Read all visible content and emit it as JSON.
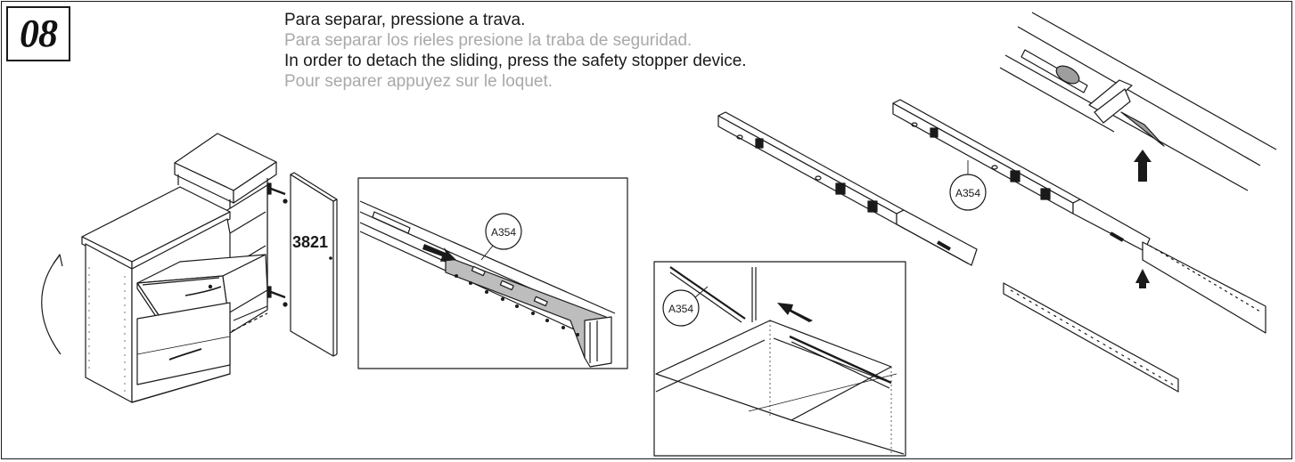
{
  "step": {
    "number": "08"
  },
  "instructions": [
    {
      "lang": "pt",
      "text": "Para separar, pressione a trava."
    },
    {
      "lang": "es",
      "text": "Para separar los rieles presione la traba de seguridad."
    },
    {
      "lang": "en",
      "text": "In order to detach the sliding, press the safety stopper device."
    },
    {
      "lang": "fr",
      "text": "Pour separer appuyez sur le loquet."
    }
  ],
  "callouts": {
    "part_code": "A354",
    "piece_number": "3821"
  },
  "colors": {
    "ink": "#1a1a1a",
    "muted_text": "#a9a9a9",
    "shade": "#bdbdbd"
  },
  "icons": [
    "rotate-arrow-icon",
    "push-arrow-icon",
    "up-arrow-icon"
  ]
}
